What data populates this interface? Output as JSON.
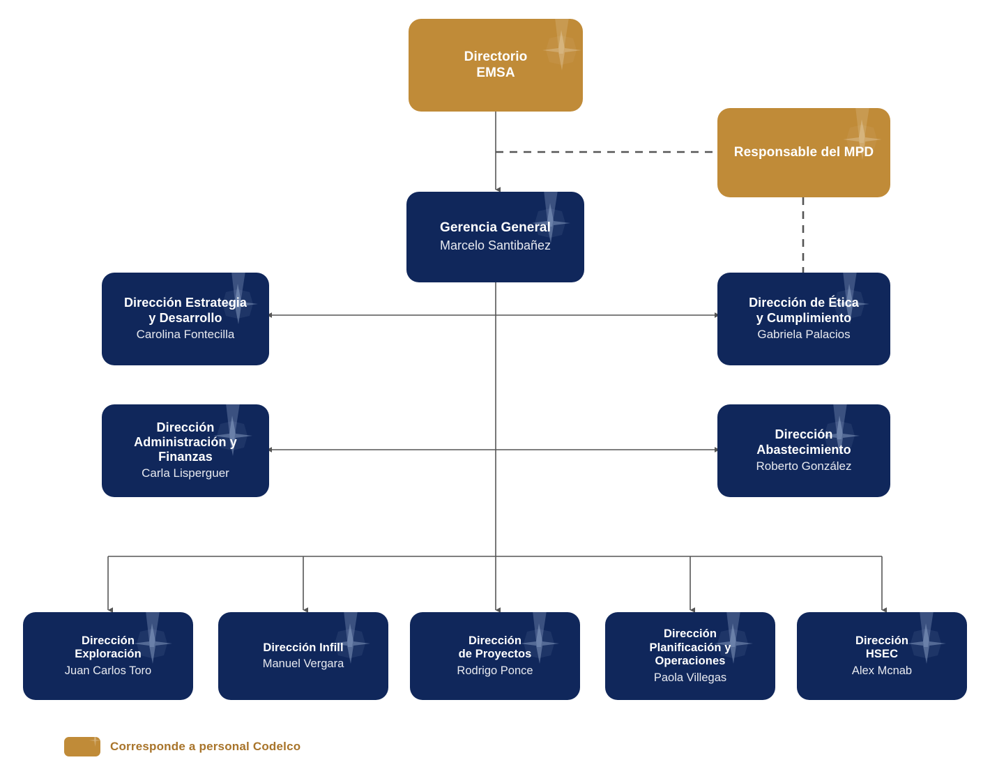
{
  "diagram": {
    "title": "Organigrama EMSA",
    "colors": {
      "gold": "#c08b38",
      "navy": "#10275b",
      "connector": "#555555",
      "legend_text": "#a8742a"
    }
  },
  "nodes": {
    "directorio": {
      "title": "Directorio\nEMSA",
      "person": "",
      "type": "gold"
    },
    "mpd": {
      "title": "Responsable del MPD",
      "person": "",
      "type": "gold"
    },
    "gerencia": {
      "title": "Gerencia General",
      "person": "Marcelo Santibañez",
      "type": "navy"
    },
    "estrategia": {
      "title": "Dirección Estrategia\ny Desarrollo",
      "person": "Carolina Fontecilla",
      "type": "navy"
    },
    "etica": {
      "title": "Dirección de Ética\ny Cumplimiento",
      "person": "Gabriela Palacios",
      "type": "navy"
    },
    "administracion": {
      "title": "Dirección\nAdministración y\nFinanzas",
      "person": "Carla Lisperguer",
      "type": "navy"
    },
    "abastecimiento": {
      "title": "Dirección\nAbastecimiento",
      "person": "Roberto González",
      "type": "navy"
    },
    "exploracion": {
      "title": "Dirección\nExploración",
      "person": "Juan Carlos Toro",
      "type": "navy"
    },
    "infill": {
      "title": "Dirección Infill",
      "person": "Manuel Vergara",
      "type": "navy"
    },
    "proyectos": {
      "title": "Dirección\nde Proyectos",
      "person": "Rodrigo Ponce",
      "type": "navy"
    },
    "planificacion": {
      "title": "Dirección\nPlanificación y\nOperaciones",
      "person": "Paola Villegas",
      "type": "navy"
    },
    "hsec": {
      "title": "Dirección\nHSEC",
      "person": "Alex Mcnab",
      "type": "navy"
    }
  },
  "legend": {
    "label": "Corresponde a personal Codelco",
    "swatch_color": "#c08b38"
  }
}
